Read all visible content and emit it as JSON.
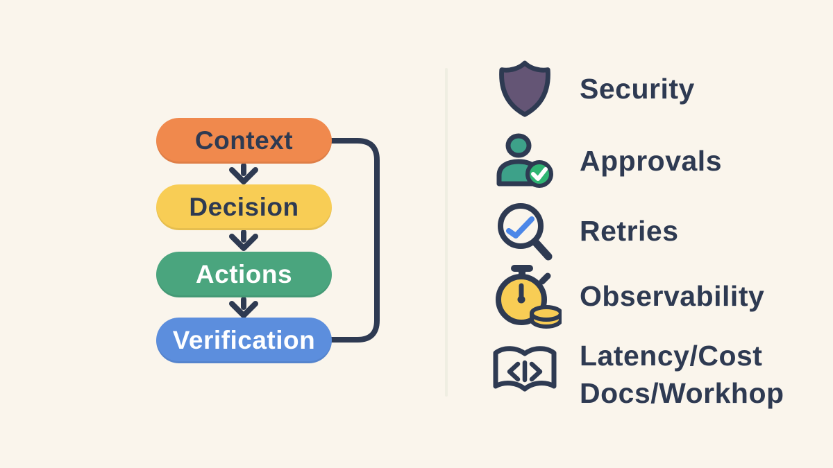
{
  "colors": {
    "bg": "#faf5ec",
    "ink": "#2e3a52",
    "divider": "#efeee2",
    "shield_fill": "#645575",
    "person_fill": "#3da189",
    "badge_fill": "#2fb573",
    "check": "#ffffff",
    "trend": "#4c87e8",
    "watch_fill": "#f8cd55",
    "coin_fill": "#f8cd55"
  },
  "flowchart": {
    "nodes": [
      {
        "id": "context",
        "label": "Context",
        "fill": "#f0894d",
        "text": "#2e3a52"
      },
      {
        "id": "decision",
        "label": "Decision",
        "fill": "#f8cd55",
        "text": "#2e3a52"
      },
      {
        "id": "actions",
        "label": "Actions",
        "fill": "#4aa57e",
        "text": "#ffffff"
      },
      {
        "id": "verification",
        "label": "Verification",
        "fill": "#5c8edd",
        "text": "#ffffff"
      }
    ]
  },
  "legend": {
    "items": [
      {
        "icon": "shield-icon",
        "label": "Security"
      },
      {
        "icon": "user-approved-icon",
        "label": "Approvals"
      },
      {
        "icon": "magnifier-trend-icon",
        "label": "Retries"
      },
      {
        "icon": "stopwatch-coin-icon",
        "label": "Observability"
      },
      {
        "icon": "code-book-icon",
        "label": "Latency/Cost",
        "label_line2": "Docs/Workhop"
      }
    ]
  }
}
